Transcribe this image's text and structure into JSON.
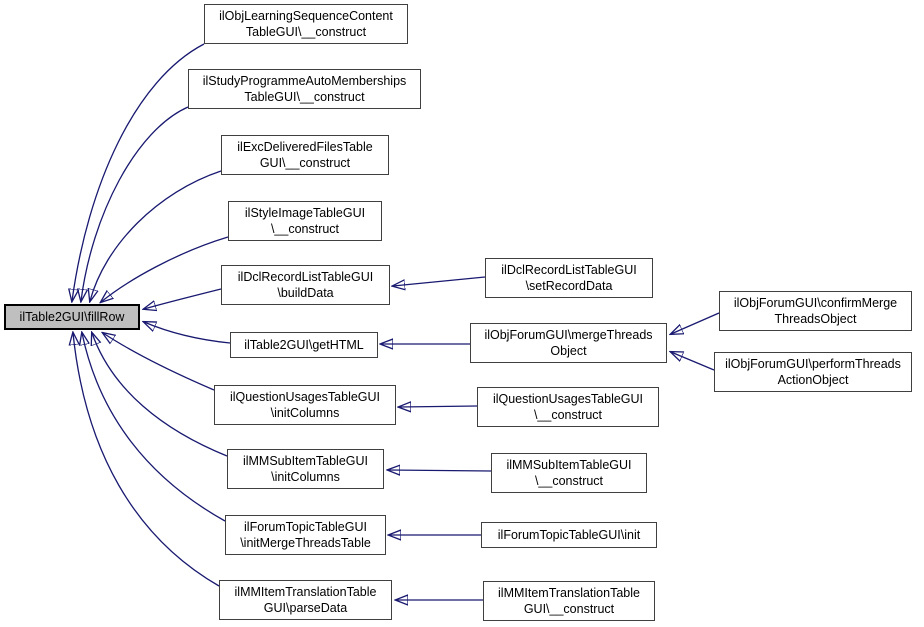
{
  "diagram": {
    "type": "caller_graph",
    "focus": "ilTable2GUI\\fillRow",
    "colors": {
      "edge": "#191970",
      "node_border": "#404040",
      "node_fill": "#ffffff",
      "focus_fill": "#bfbfbf",
      "focus_border": "#000000",
      "text": "#000000",
      "background": "#ffffff"
    },
    "nodes": [
      {
        "id": "fillRow",
        "label": "ilTable2GUI\\fillRow",
        "highlighted": true
      },
      {
        "id": "learning-seq-construct",
        "label": "ilObjLearningSequenceContent\nTableGUI\\__construct"
      },
      {
        "id": "study-prog-construct",
        "label": "ilStudyProgrammeAutoMemberships\nTableGUI\\__construct"
      },
      {
        "id": "exc-delivered-construct",
        "label": "ilExcDeliveredFilesTable\nGUI\\__construct"
      },
      {
        "id": "style-image-construct",
        "label": "ilStyleImageTableGUI\n\\__construct"
      },
      {
        "id": "dcl-build-data",
        "label": "ilDclRecordListTableGUI\n\\buildData"
      },
      {
        "id": "get-html",
        "label": "ilTable2GUI\\getHTML"
      },
      {
        "id": "question-usages-init-columns",
        "label": "ilQuestionUsagesTableGUI\n\\initColumns"
      },
      {
        "id": "mm-subitem-init-columns",
        "label": "ilMMSubItemTableGUI\n\\initColumns"
      },
      {
        "id": "forum-topic-init-merge",
        "label": "ilForumTopicTableGUI\n\\initMergeThreadsTable"
      },
      {
        "id": "mm-item-translation-parse",
        "label": "ilMMItemTranslationTable\nGUI\\parseData"
      },
      {
        "id": "dcl-set-record-data",
        "label": "ilDclRecordListTableGUI\n\\setRecordData"
      },
      {
        "id": "forum-merge-threads",
        "label": "ilObjForumGUI\\mergeThreads\nObject"
      },
      {
        "id": "question-usages-construct",
        "label": "ilQuestionUsagesTableGUI\n\\__construct"
      },
      {
        "id": "mm-subitem-construct",
        "label": "ilMMSubItemTableGUI\n\\__construct"
      },
      {
        "id": "forum-topic-init",
        "label": "ilForumTopicTableGUI\\init"
      },
      {
        "id": "mm-item-translation-construct",
        "label": "ilMMItemTranslationTable\nGUI\\__construct"
      },
      {
        "id": "forum-confirm-merge",
        "label": "ilObjForumGUI\\confirmMerge\nThreadsObject"
      },
      {
        "id": "forum-perform-threads",
        "label": "ilObjForumGUI\\performThreads\nActionObject"
      }
    ],
    "edges": [
      {
        "from": "learning-seq-construct",
        "to": "fillRow"
      },
      {
        "from": "study-prog-construct",
        "to": "fillRow"
      },
      {
        "from": "exc-delivered-construct",
        "to": "fillRow"
      },
      {
        "from": "style-image-construct",
        "to": "fillRow"
      },
      {
        "from": "dcl-build-data",
        "to": "fillRow"
      },
      {
        "from": "get-html",
        "to": "fillRow"
      },
      {
        "from": "question-usages-init-columns",
        "to": "fillRow"
      },
      {
        "from": "mm-subitem-init-columns",
        "to": "fillRow"
      },
      {
        "from": "forum-topic-init-merge",
        "to": "fillRow"
      },
      {
        "from": "mm-item-translation-parse",
        "to": "fillRow"
      },
      {
        "from": "dcl-set-record-data",
        "to": "dcl-build-data"
      },
      {
        "from": "forum-merge-threads",
        "to": "get-html"
      },
      {
        "from": "question-usages-construct",
        "to": "question-usages-init-columns"
      },
      {
        "from": "mm-subitem-construct",
        "to": "mm-subitem-init-columns"
      },
      {
        "from": "forum-topic-init",
        "to": "forum-topic-init-merge"
      },
      {
        "from": "mm-item-translation-construct",
        "to": "mm-item-translation-parse"
      },
      {
        "from": "forum-confirm-merge",
        "to": "forum-merge-threads"
      },
      {
        "from": "forum-perform-threads",
        "to": "forum-merge-threads"
      }
    ]
  }
}
